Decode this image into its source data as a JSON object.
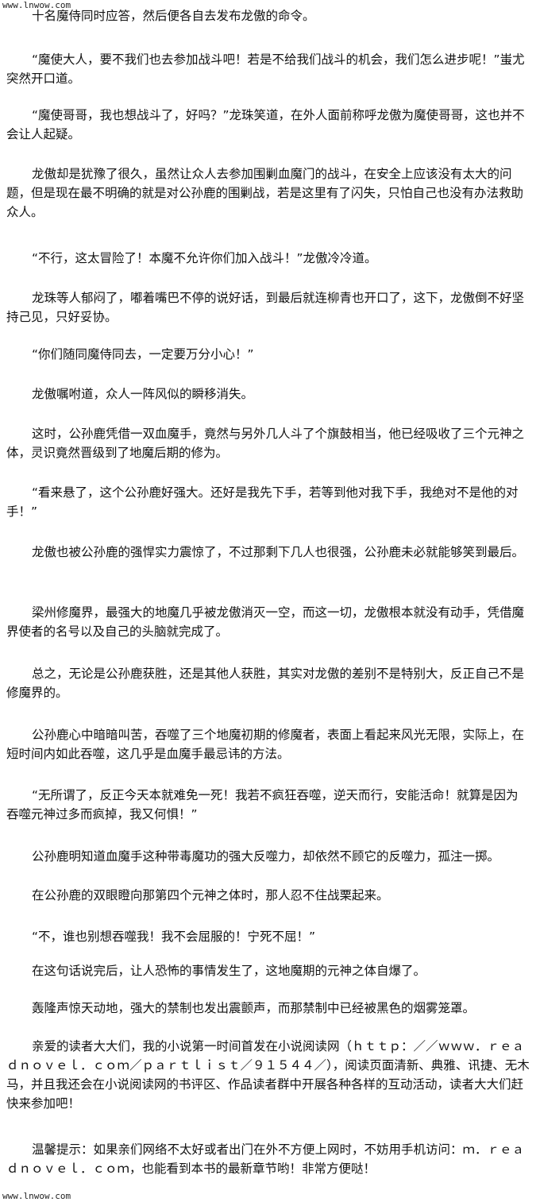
{
  "watermark": {
    "top": "www.lnwow.com",
    "bottom": "www.lnwow.com"
  },
  "paragraphs": [
    "十名魔侍同时应答，然后便各自去发布龙傲的命令。",
    "“魔使大人，要不我们也去参加战斗吧！若是不给我们战斗的机会，我们怎么进步呢！”蚩尤突然开口道。",
    "“魔使哥哥，我也想战斗了，好吗？”龙珠笑道，在外人面前称呼龙傲为魔使哥哥，这也并不会让人起疑。",
    "龙傲却是犹豫了很久，虽然让众人去参加围剿血魔门的战斗，在安全上应该没有太大的问题，但是现在最不明确的就是对公孙鹿的围剿战，若是这里有了闪失，只怕自己也没有办法救助众人。",
    "“不行，这太冒险了！本魔不允许你们加入战斗！”龙傲冷冷道。",
    "龙珠等人郁闷了，嘟着嘴巴不停的说好话，到最后就连柳青也开口了，这下，龙傲倒不好坚持己见，只好妥协。",
    "“你们随同魔侍同去，一定要万分小心！”",
    "龙傲嘱咐道，众人一阵风似的瞬移消失。",
    "这时，公孙鹿凭借一双血魔手，竟然与另外几人斗了个旗鼓相当，他已经吸收了三个元神之体，灵识竟然晋级到了地魔后期的修为。",
    "“看来悬了，这个公孙鹿好强大。还好是我先下手，若等到他对我下手，我绝对不是他的对手！”",
    "龙傲也被公孙鹿的强悍实力震惊了，不过那剩下几人也很强，公孙鹿未必就能够笑到最后。",
    "梁州修魔界，最强大的地魔几乎被龙傲消灭一空，而这一切，龙傲根本就没有动手，凭借魔界使者的名号以及自己的头脑就完成了。",
    "总之，无论是公孙鹿获胜，还是其他人获胜，其实对龙傲的差别不是特别大，反正自己不是修魔界的。",
    "公孙鹿心中暗暗叫苦，吞噬了三个地魔初期的修魔者，表面上看起来风光无限，实际上，在短时间内如此吞噬，这几乎是血魔手最忌讳的方法。",
    "“无所谓了，反正今天本就难免一死！我若不疯狂吞噬，逆天而行，安能活命！就算是因为吞噬元神过多而疯掉，我又何惧！”",
    "公孙鹿明知道血魔手这种带毒魔功的强大反噬力，却依然不顾它的反噬力，孤注一掷。",
    "在公孙鹿的双眼瞪向那第四个元神之体时，那人忍不住战栗起来。",
    "“不，谁也别想吞噬我！我不会屈服的！宁死不屈！”",
    "在这句话说完后，让人恐怖的事情发生了，这地魔期的元神之体自爆了。",
    "轰隆声惊天动地，强大的禁制也发出震颤声，而那禁制中已经被黑色的烟雾笼罩。",
    "亲爱的读者大大们，我的小说第一时间首发在小说阅读网（ｈｔｔｐ：／／ｗｗｗ．ｒｅａｄｎｏｖｅｌ．ｃｏｍ／ｐａｒｔｌｉｓｔ／９１５４４／），阅读页面清新、典雅、讯捷、无木马，并且我还会在小说阅读网的书评区、作品读者群中开展各种各样的互动活动，读者大大们赶快来参加吧！",
    "温馨提示：如果亲们网络不太好或者出门在外不方便上网时，不妨用手机访问：ｍ．ｒｅａｄｎｏｖｅｌ．ｃｏｍ，也能看到本书的最新章节哟！非常方便哒！"
  ]
}
